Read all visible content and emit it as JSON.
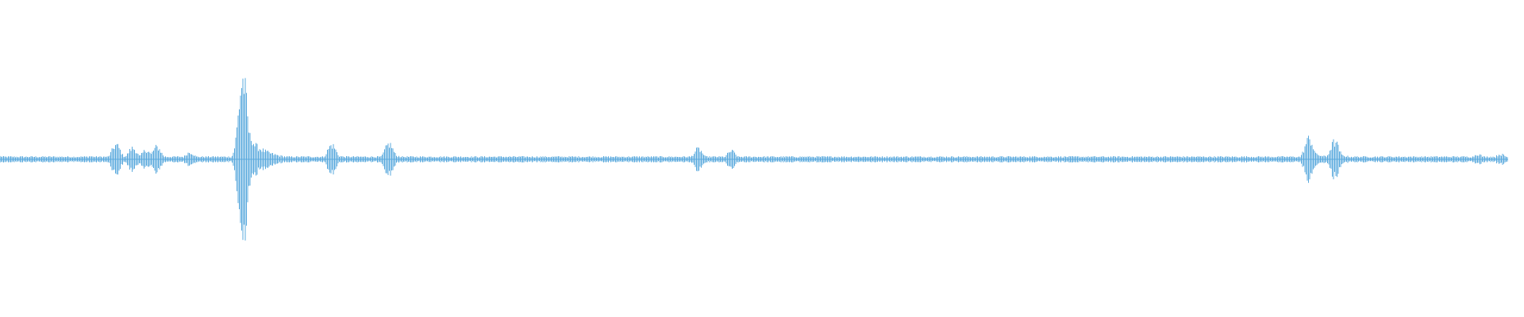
{
  "waveform": {
    "color": "#5aa9dd",
    "background": "#ffffff",
    "peaks": [
      {
        "t": 0.0,
        "amp": 0.03
      },
      {
        "t": 0.06,
        "amp": 0.03
      },
      {
        "t": 0.077,
        "amp": 0.14
      },
      {
        "t": 0.088,
        "amp": 0.11
      },
      {
        "t": 0.097,
        "amp": 0.09
      },
      {
        "t": 0.104,
        "amp": 0.12
      },
      {
        "t": 0.126,
        "amp": 0.07
      },
      {
        "t": 0.161,
        "amp": 0.78
      },
      {
        "t": 0.166,
        "amp": 0.22
      },
      {
        "t": 0.22,
        "amp": 0.14
      },
      {
        "t": 0.258,
        "amp": 0.15
      },
      {
        "t": 0.463,
        "amp": 0.1
      },
      {
        "t": 0.485,
        "amp": 0.08
      },
      {
        "t": 0.868,
        "amp": 0.2
      },
      {
        "t": 0.885,
        "amp": 0.17
      },
      {
        "t": 0.98,
        "amp": 0.05
      },
      {
        "t": 0.995,
        "amp": 0.05
      }
    ]
  }
}
